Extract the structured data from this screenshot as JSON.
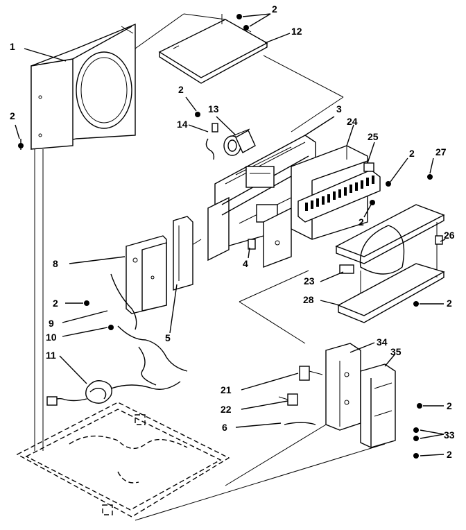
{
  "diagram": {
    "callouts": [
      {
        "id": "c1",
        "text": "1"
      },
      {
        "id": "c2a",
        "text": "2"
      },
      {
        "id": "c2b",
        "text": "2"
      },
      {
        "id": "c12",
        "text": "12"
      },
      {
        "id": "c2c",
        "text": "2"
      },
      {
        "id": "c13",
        "text": "13"
      },
      {
        "id": "c3",
        "text": "3"
      },
      {
        "id": "c14",
        "text": "14"
      },
      {
        "id": "c24",
        "text": "24"
      },
      {
        "id": "c25",
        "text": "25"
      },
      {
        "id": "c2d",
        "text": "2"
      },
      {
        "id": "c27",
        "text": "27"
      },
      {
        "id": "c2e",
        "text": "2"
      },
      {
        "id": "c26",
        "text": "26"
      },
      {
        "id": "c8",
        "text": "8"
      },
      {
        "id": "c4",
        "text": "4"
      },
      {
        "id": "c23",
        "text": "23"
      },
      {
        "id": "c2f",
        "text": "2"
      },
      {
        "id": "c28",
        "text": "28"
      },
      {
        "id": "c2g",
        "text": "2"
      },
      {
        "id": "c9",
        "text": "9"
      },
      {
        "id": "c10",
        "text": "10"
      },
      {
        "id": "c5",
        "text": "5"
      },
      {
        "id": "c34",
        "text": "34"
      },
      {
        "id": "c35",
        "text": "35"
      },
      {
        "id": "c11",
        "text": "11"
      },
      {
        "id": "c21",
        "text": "21"
      },
      {
        "id": "c2h",
        "text": "2"
      },
      {
        "id": "c22",
        "text": "22"
      },
      {
        "id": "c6",
        "text": "6"
      },
      {
        "id": "c33",
        "text": "33"
      },
      {
        "id": "c2i",
        "text": "2"
      }
    ]
  }
}
